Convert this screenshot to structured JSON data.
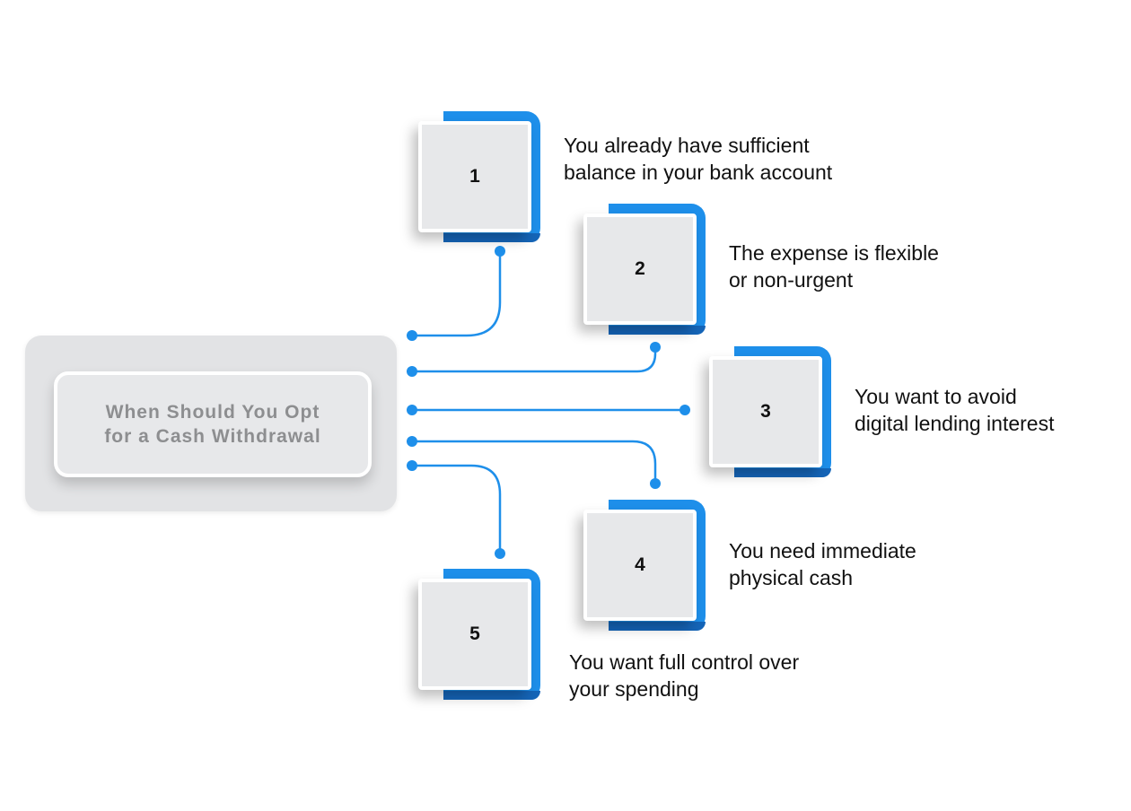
{
  "hub": {
    "title": "When Should You Opt\nfor a Cash Withdrawal"
  },
  "items": [
    {
      "number": "1",
      "label": "You already have sufficient\nbalance in your bank account"
    },
    {
      "number": "2",
      "label": "The expense is flexible\nor non-urgent"
    },
    {
      "number": "3",
      "label": "You want to avoid\ndigital lending interest"
    },
    {
      "number": "4",
      "label": "You need immediate\nphysical cash"
    },
    {
      "number": "5",
      "label": "You want full control over\nyour spending"
    }
  ],
  "colors": {
    "accent": "#1e8fea",
    "accent_dark": "#1565b8",
    "connector": "#1e8fea",
    "hub_bg": "#e2e3e5",
    "hub_text": "#8d8e90"
  }
}
